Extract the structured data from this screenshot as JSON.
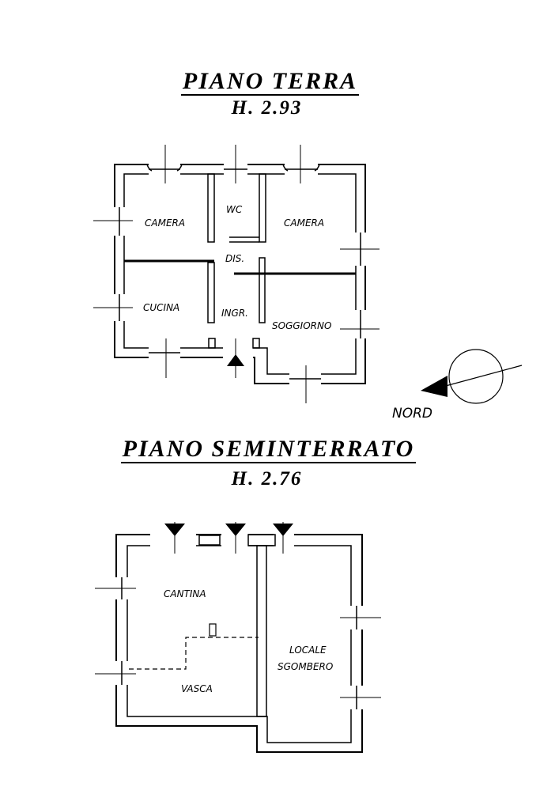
{
  "ground_floor": {
    "title": "PIANO TERRA",
    "height": "H. 2.93",
    "rooms": {
      "camera_left": "CAMERA",
      "wc": "WC",
      "camera_right": "CAMERA",
      "dis": "DIS.",
      "cucina": "CUCINA",
      "ingr": "INGR.",
      "soggiorno": "SOGGIORNO"
    }
  },
  "compass": {
    "label": "NORD"
  },
  "basement": {
    "title": "PIANO SEMINTERRATO",
    "height": "H. 2.76",
    "rooms": {
      "cantina": "CANTINA",
      "vasca": "VASCA",
      "locale_line1": "LOCALE",
      "locale_line2": "SGOMBERO"
    }
  }
}
